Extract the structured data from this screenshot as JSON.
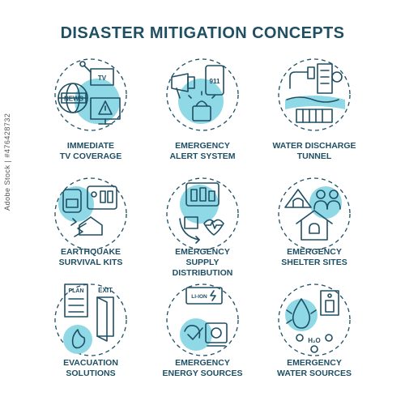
{
  "title": "DISASTER MITIGATION CONCEPTS",
  "watermark": "Adobe Stock | #476428732",
  "colors": {
    "accent": "#8fd8e6",
    "line": "#1f4f63",
    "background": "#ffffff"
  },
  "items": [
    {
      "icon": "tv-coverage-icon",
      "line1": "Immediate",
      "line2": "TV coverage",
      "line3": "",
      "badges": [
        "TV",
        "NEWS"
      ]
    },
    {
      "icon": "alert-system-icon",
      "line1": "Emergency",
      "line2": "alert system",
      "line3": "",
      "badges": [
        "911"
      ]
    },
    {
      "icon": "water-tunnel-icon",
      "line1": "Water discharge",
      "line2": "tunnel",
      "line3": "",
      "badges": []
    },
    {
      "icon": "survival-kit-icon",
      "line1": "Earthquake",
      "line2": "survival kits",
      "line3": "",
      "badges": []
    },
    {
      "icon": "supply-distribution-icon",
      "line1": "Emergency",
      "line2": "supply",
      "line3": "distribution",
      "badges": []
    },
    {
      "icon": "shelter-sites-icon",
      "line1": "Emergency",
      "line2": "shelter sites",
      "line3": "",
      "badges": []
    },
    {
      "icon": "evacuation-icon",
      "line1": "Evacuation",
      "line2": "solutions",
      "line3": "",
      "badges": [
        "PLAN",
        "EXIT"
      ]
    },
    {
      "icon": "energy-sources-icon",
      "line1": "Emergency",
      "line2": "energy sources",
      "line3": "",
      "badges": [
        "LI-ION"
      ]
    },
    {
      "icon": "water-sources-icon",
      "line1": "Emergency",
      "line2": "water sources",
      "line3": "",
      "badges": [
        "H₂O"
      ]
    }
  ]
}
